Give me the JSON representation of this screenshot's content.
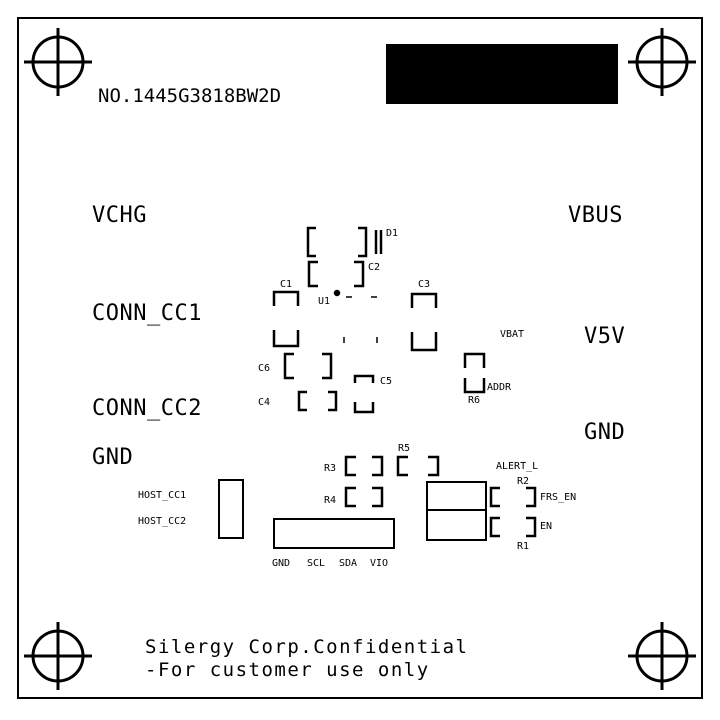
{
  "board": {
    "part_number": "NO.1445G3818BW2D"
  },
  "power_labels": {
    "vchg": "VCHG",
    "vbus": "VBUS",
    "conn_cc1": "CONN_CC1",
    "conn_cc2": "CONN_CC2",
    "gnd_left": "GND",
    "v5v": "V5V",
    "gnd_right": "GND"
  },
  "components": {
    "d1": "D1",
    "c1": "C1",
    "c2": "C2",
    "c3": "C3",
    "c4": "C4",
    "c5": "C5",
    "c6": "C6",
    "u1": "U1",
    "r1": "R1",
    "r2": "R2",
    "r3": "R3",
    "r4": "R4",
    "r5": "R5",
    "r6": "R6"
  },
  "signals": {
    "vbat": "VBAT",
    "addr": "ADDR",
    "alert_l": "ALERT_L",
    "frs_en": "FRS_EN",
    "en": "EN",
    "host_cc1": "HOST_CC1",
    "host_cc2": "HOST_CC2"
  },
  "header_pins": {
    "gnd": "GND",
    "scl": "SCL",
    "sda": "SDA",
    "vio": "VIO"
  },
  "footer": {
    "line1": "Silergy Corp.Confidential",
    "line2": "-For customer use only"
  }
}
